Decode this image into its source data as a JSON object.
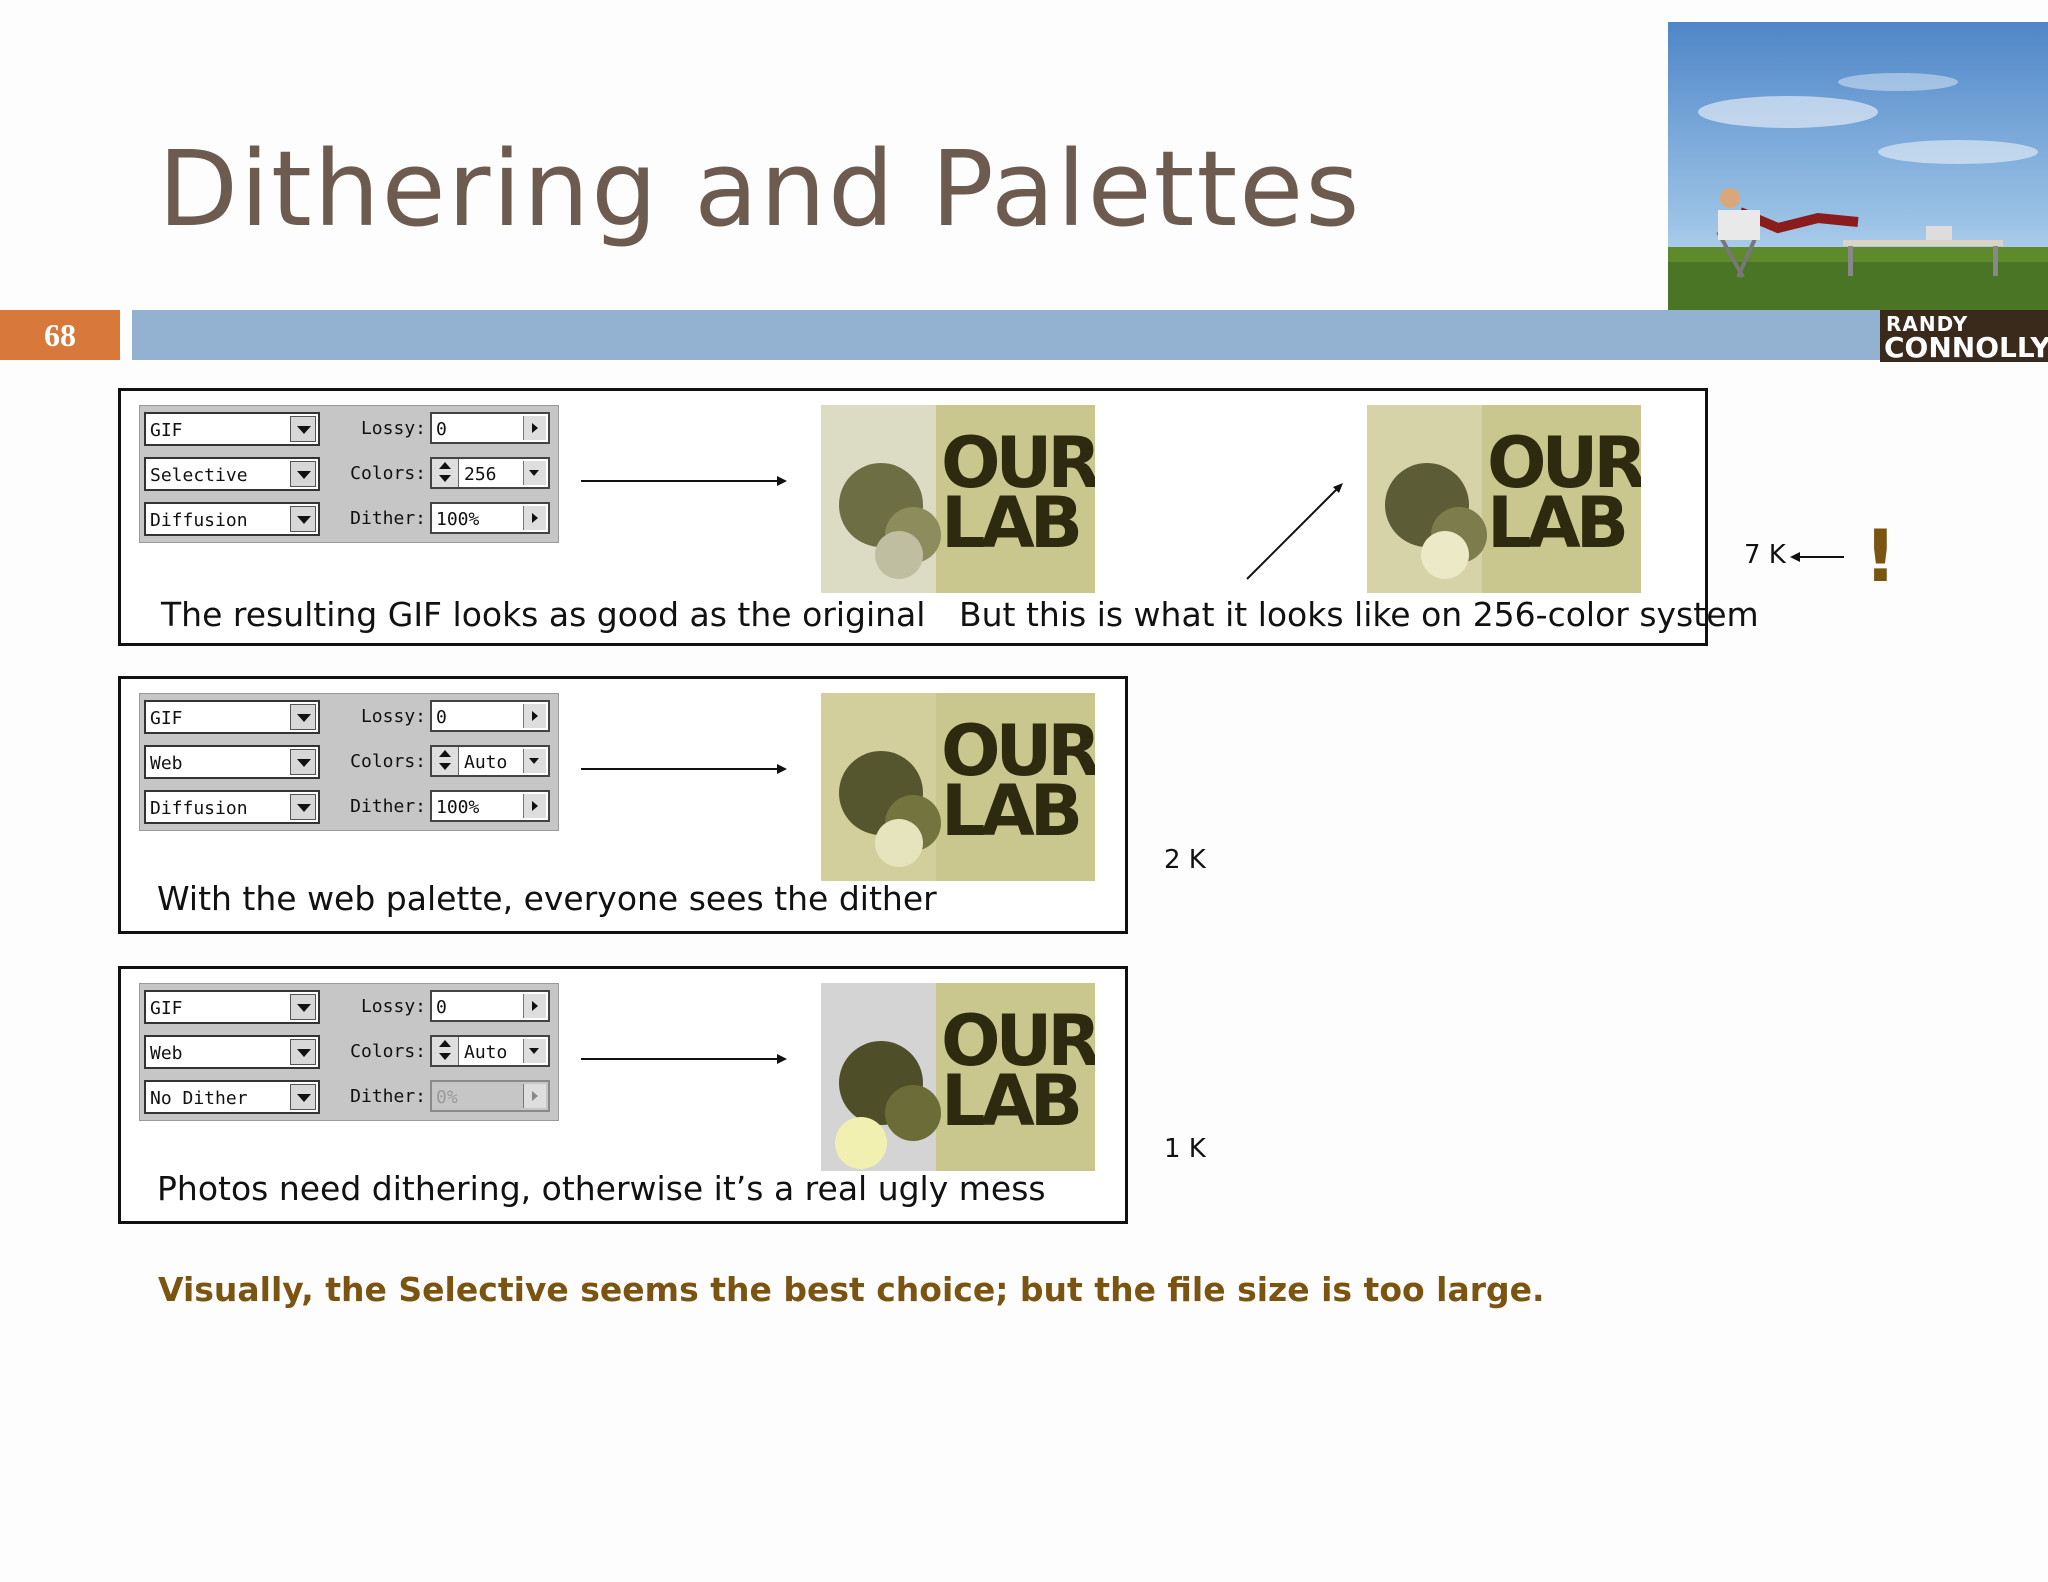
{
  "slide": {
    "title": "Dithering and Palettes",
    "number": "68",
    "logo_line1": "RANDY",
    "logo_line2": "CONNOLLY"
  },
  "labels": {
    "lossy": "Lossy:",
    "colors": "Colors:",
    "dither": "Dither:",
    "image_line1": "OUR",
    "image_line2": "LAB"
  },
  "panels": [
    {
      "format": "GIF",
      "palette": "Selective",
      "dither_method": "Diffusion",
      "lossy": "0",
      "colors": "256",
      "dither": "100%",
      "caption": "The resulting GIF looks as good as the original",
      "caption2": "But this is what it looks like on 256-color system",
      "size": "7 K"
    },
    {
      "format": "GIF",
      "palette": "Web",
      "dither_method": "Diffusion",
      "lossy": "0",
      "colors": "Auto",
      "dither": "100%",
      "caption": "With the web palette, everyone sees the dither",
      "size": "2 K"
    },
    {
      "format": "GIF",
      "palette": "Web",
      "dither_method": "No Dither",
      "lossy": "0",
      "colors": "Auto",
      "dither": "0%",
      "caption": "Photos need dithering, otherwise it’s a real ugly mess",
      "size": "1 K"
    }
  ],
  "exclamation": "!",
  "conclusion": "Visually, the Selective seems the best choice; but the file size is too large."
}
